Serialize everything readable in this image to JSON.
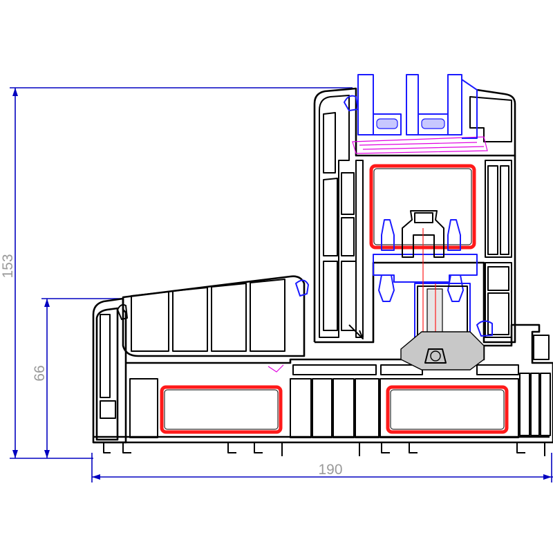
{
  "drawing": {
    "colors": {
      "profile": "#000000",
      "dimension": "#0000c0",
      "dimension_text": "#9a9a9a",
      "reinforcement": "#ff1a1a",
      "hardware": "#1a1aff",
      "gasket": "#e000e0",
      "seal_fill": "#c8c8c8"
    },
    "dimensions": {
      "overall_height": "153",
      "lower_height": "66",
      "overall_width": "190"
    }
  }
}
